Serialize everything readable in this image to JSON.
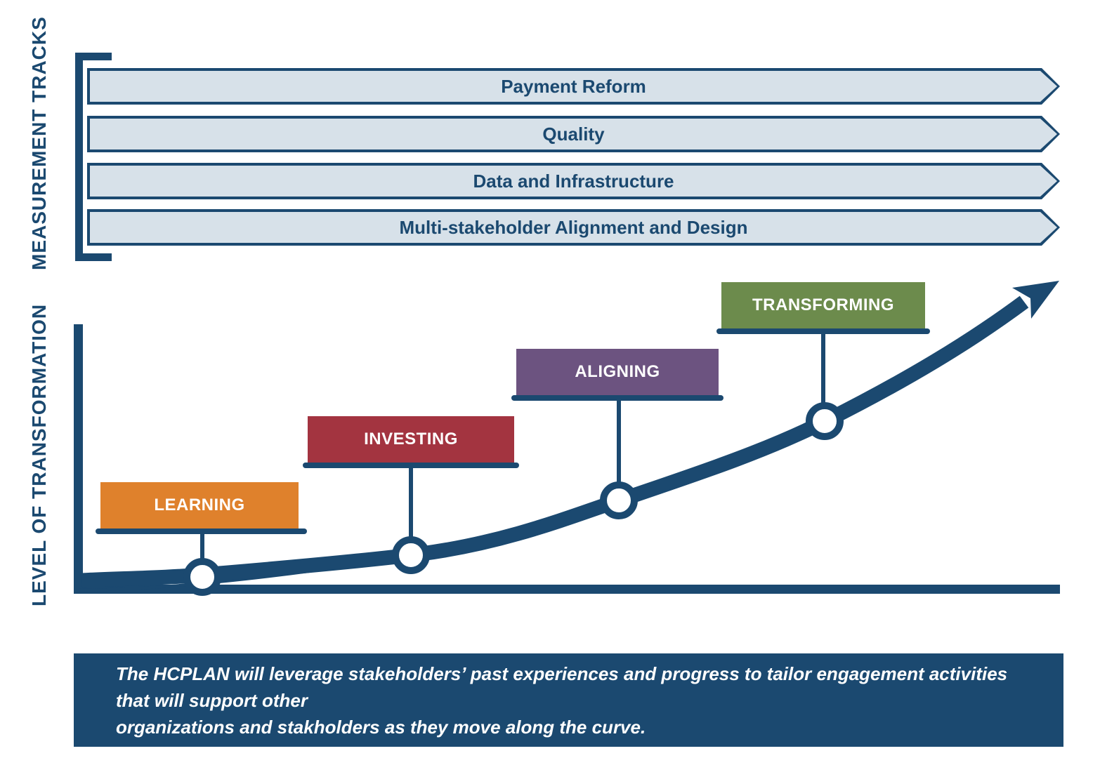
{
  "colors": {
    "navy": "#1B4970",
    "track_fill": "#D7E1E9",
    "white": "#FFFFFF",
    "learning_orange": "#DF812C",
    "investing_red": "#A33440",
    "aligning_purple": "#6C5380",
    "transforming_green": "#6C8B4C"
  },
  "measurement_tracks": {
    "label": "MEASUREMENT TRACKS",
    "bars": [
      {
        "label": "Payment Reform"
      },
      {
        "label": "Quality"
      },
      {
        "label": "Data and Infrastructure"
      },
      {
        "label": "Multi-stakeholder Alignment and Design"
      }
    ]
  },
  "chart": {
    "y_axis_label": "LEVEL OF TRANSFORMATION",
    "stages": [
      {
        "label": "LEARNING",
        "color": "#DF812C"
      },
      {
        "label": "INVESTING",
        "color": "#A33440"
      },
      {
        "label": "ALIGNING",
        "color": "#6C5380"
      },
      {
        "label": "TRANSFORMING",
        "color": "#6C8B4C"
      }
    ]
  },
  "banner": {
    "lines": [
      "The HCPLAN will leverage stakeholders’ past experiences and progress to tailor engagement activities that will support other",
      "organizations and stakholders as they move along the curve."
    ]
  }
}
